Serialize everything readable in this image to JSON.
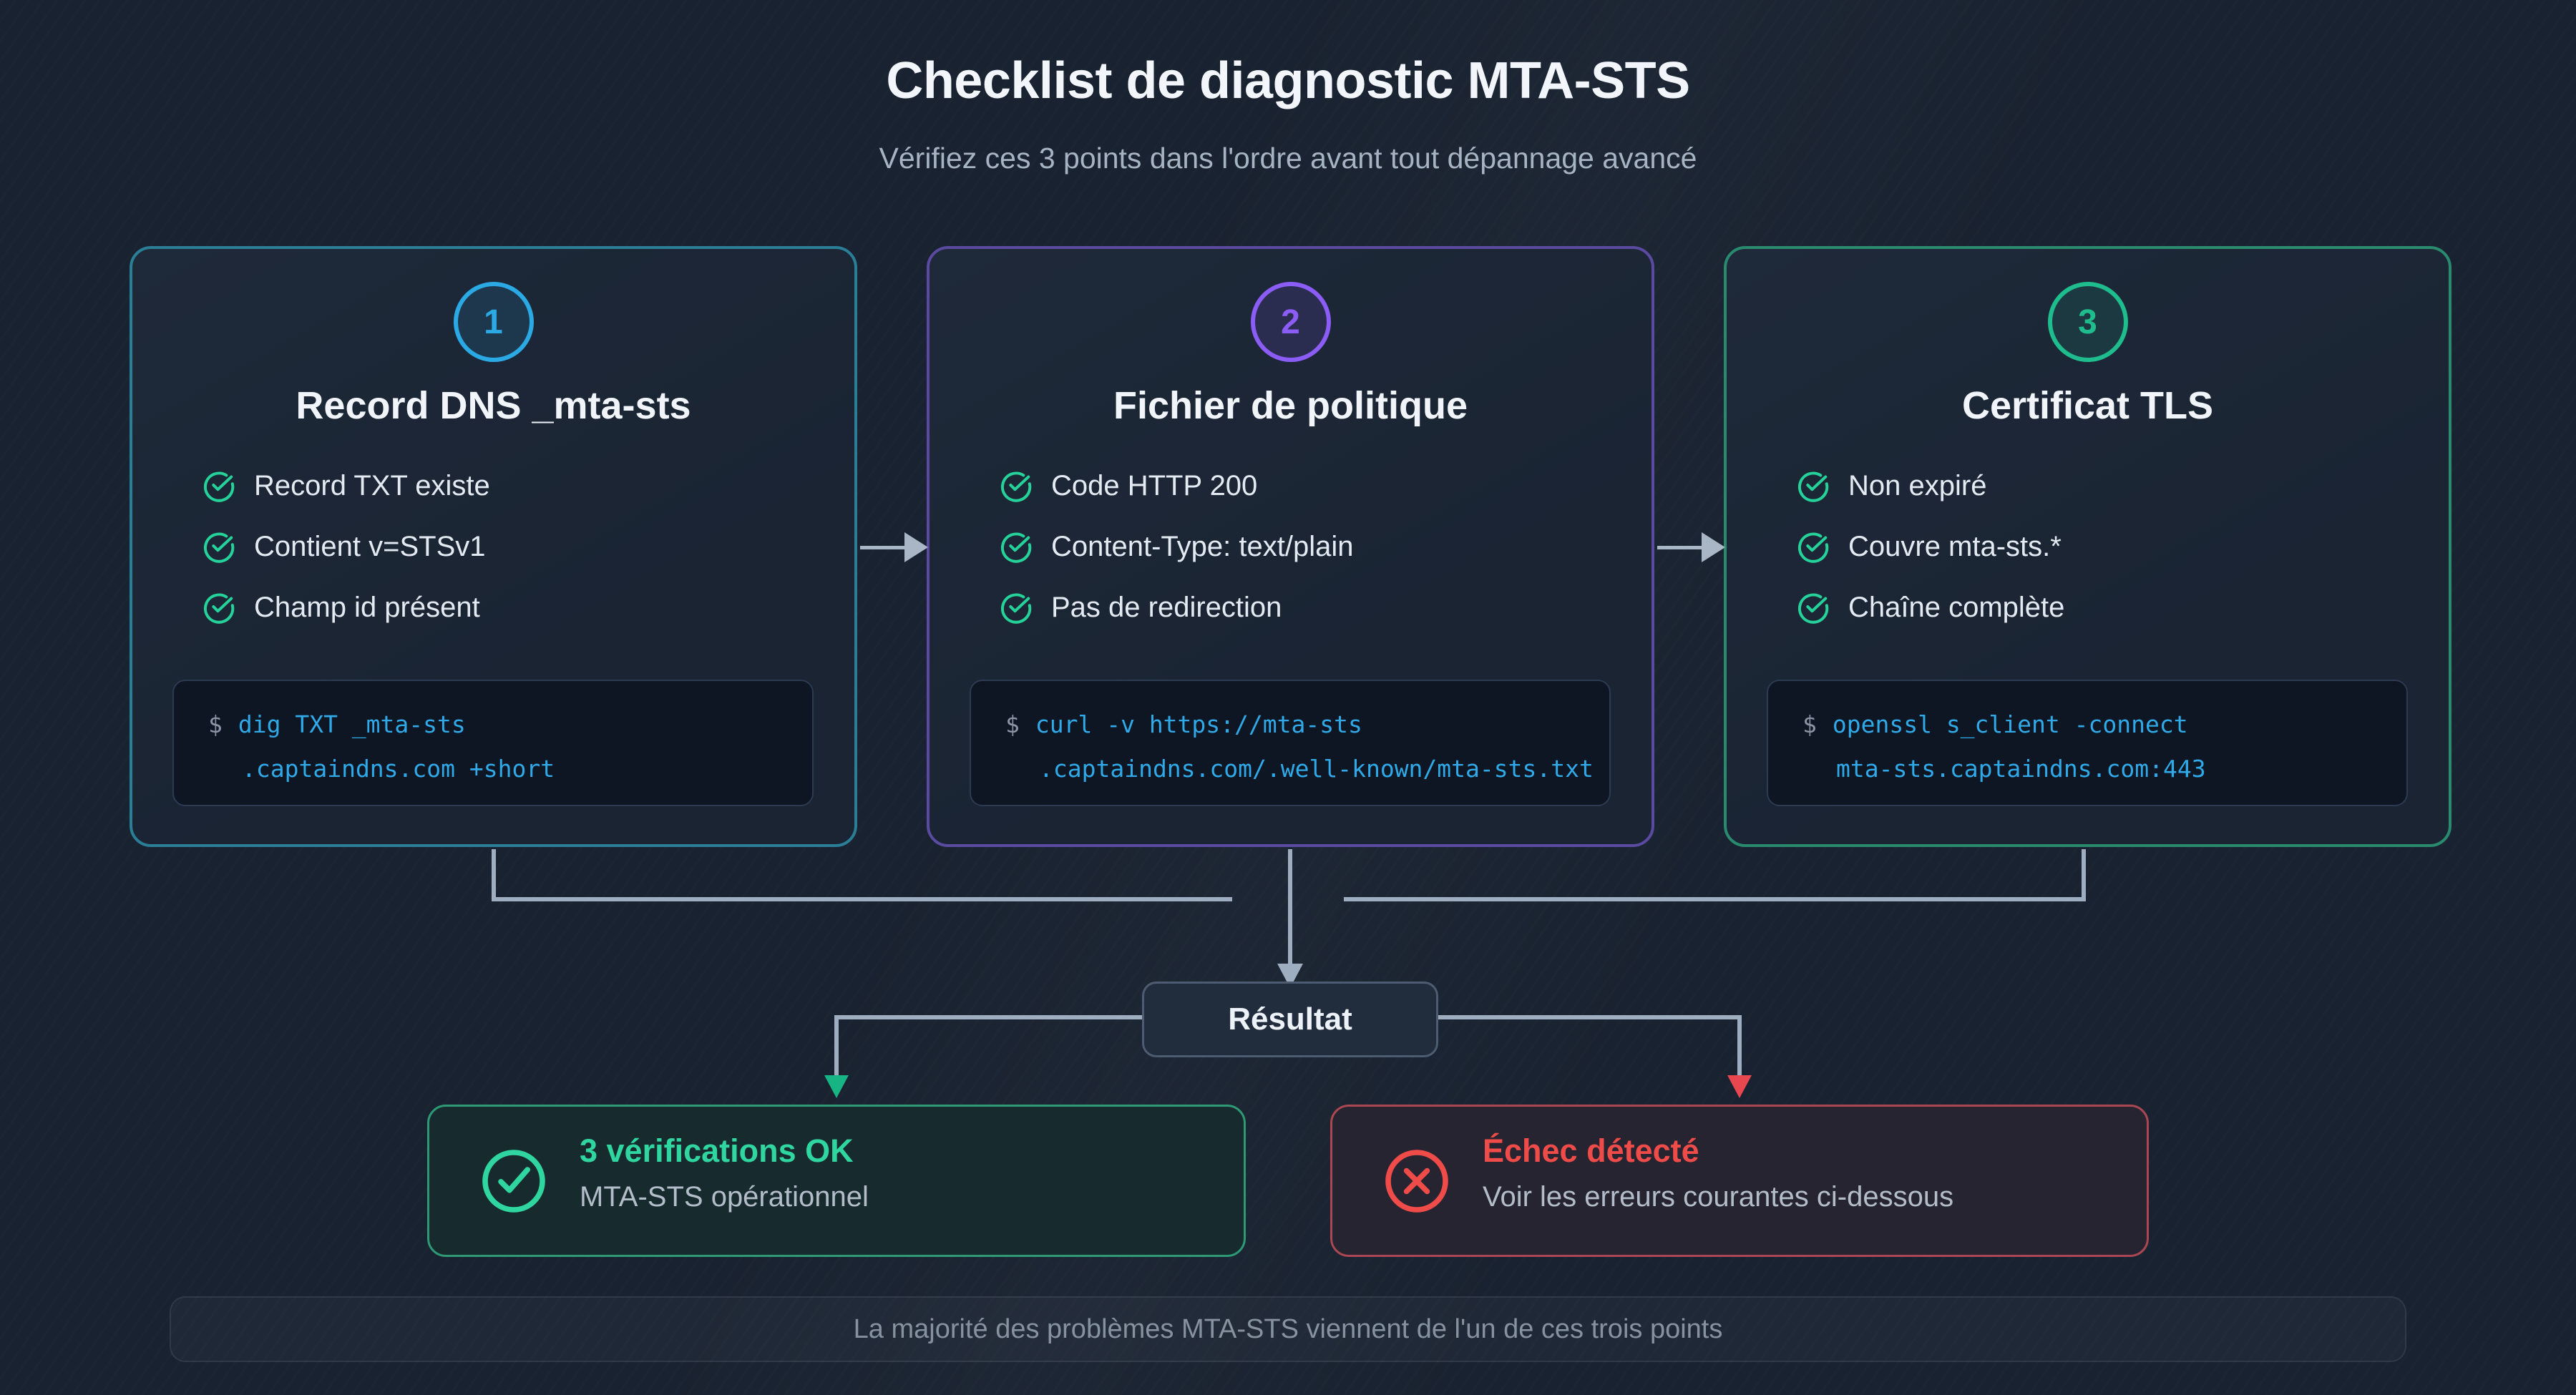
{
  "header": {
    "title": "Checklist de diagnostic MTA-STS",
    "subtitle": "Vérifiez ces 3 points dans l'ordre avant tout dépannage avancé"
  },
  "cards": [
    {
      "number": "1",
      "title": "Record DNS _mta-sts",
      "accent": "#2aa9e4",
      "border": "#2a7e95",
      "checks": [
        "Record TXT existe",
        "Contient v=STSv1",
        "Champ id présent"
      ],
      "command": {
        "prompt": "$",
        "line1": "dig TXT _mta-sts",
        "line2": ".captaindns.com +short"
      }
    },
    {
      "number": "2",
      "title": "Fichier de politique",
      "accent": "#8b5cf6",
      "border": "#5a4aa0",
      "checks": [
        "Code HTTP 200",
        "Content-Type: text/plain",
        "Pas de redirection"
      ],
      "command": {
        "prompt": "$",
        "line1": "curl -v https://mta-sts",
        "line2": ".captaindns.com/.well-known/mta-sts.txt"
      }
    },
    {
      "number": "3",
      "title": "Certificat TLS",
      "accent": "#1fbd8d",
      "border": "#2a8a6e",
      "checks": [
        "Non expiré",
        "Couvre mta-sts.*",
        "Chaîne complète"
      ],
      "command": {
        "prompt": "$",
        "line1": "openssl s_client -connect",
        "line2": "mta-sts.captaindns.com:443"
      }
    }
  ],
  "result_node": {
    "label": "Résultat"
  },
  "outcomes": {
    "success": {
      "title": "3 vérifications OK",
      "subtitle": "MTA-STS opérationnel",
      "color": "#2fd69f"
    },
    "failure": {
      "title": "Échec détecté",
      "subtitle": "Voir les erreurs courantes ci-dessous",
      "color": "#ef4b49"
    }
  },
  "footer": {
    "note": "La majorité des problèmes MTA-STS viennent de l'un de ces trois points"
  },
  "colors": {
    "page_background": "#192230",
    "check_icon": "#25d39a",
    "code_command": "#2fa9e8",
    "code_prompt": "#8b95a6",
    "connector": "#9fadc0",
    "success_arrow": "#17b583",
    "failure_arrow": "#e8474f"
  }
}
